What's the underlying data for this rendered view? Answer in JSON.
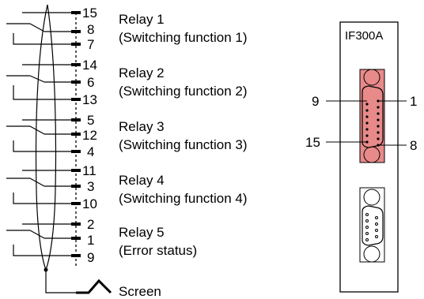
{
  "relays": [
    {
      "title": "Relay 1",
      "subtitle": "(Switching function 1)",
      "pins": [
        "15",
        "8",
        "7"
      ]
    },
    {
      "title": "Relay 2",
      "subtitle": "(Switching function 2)",
      "pins": [
        "14",
        "6",
        "13"
      ]
    },
    {
      "title": "Relay 3",
      "subtitle": "(Switching function 3)",
      "pins": [
        "5",
        "12",
        "4"
      ]
    },
    {
      "title": "Relay 4",
      "subtitle": "(Switching function 4)",
      "pins": [
        "11",
        "3",
        "10"
      ]
    },
    {
      "title": "Relay 5",
      "subtitle": "(Error status)",
      "pins": [
        "2",
        "1",
        "9"
      ]
    }
  ],
  "screen_label": "Screen",
  "module": {
    "title": "IF300A",
    "connector_labels": {
      "top_left": "9",
      "top_right": "1",
      "bottom_left": "15",
      "bottom_right": "8"
    },
    "colors": {
      "connector_fill": "#e88a8a"
    }
  }
}
